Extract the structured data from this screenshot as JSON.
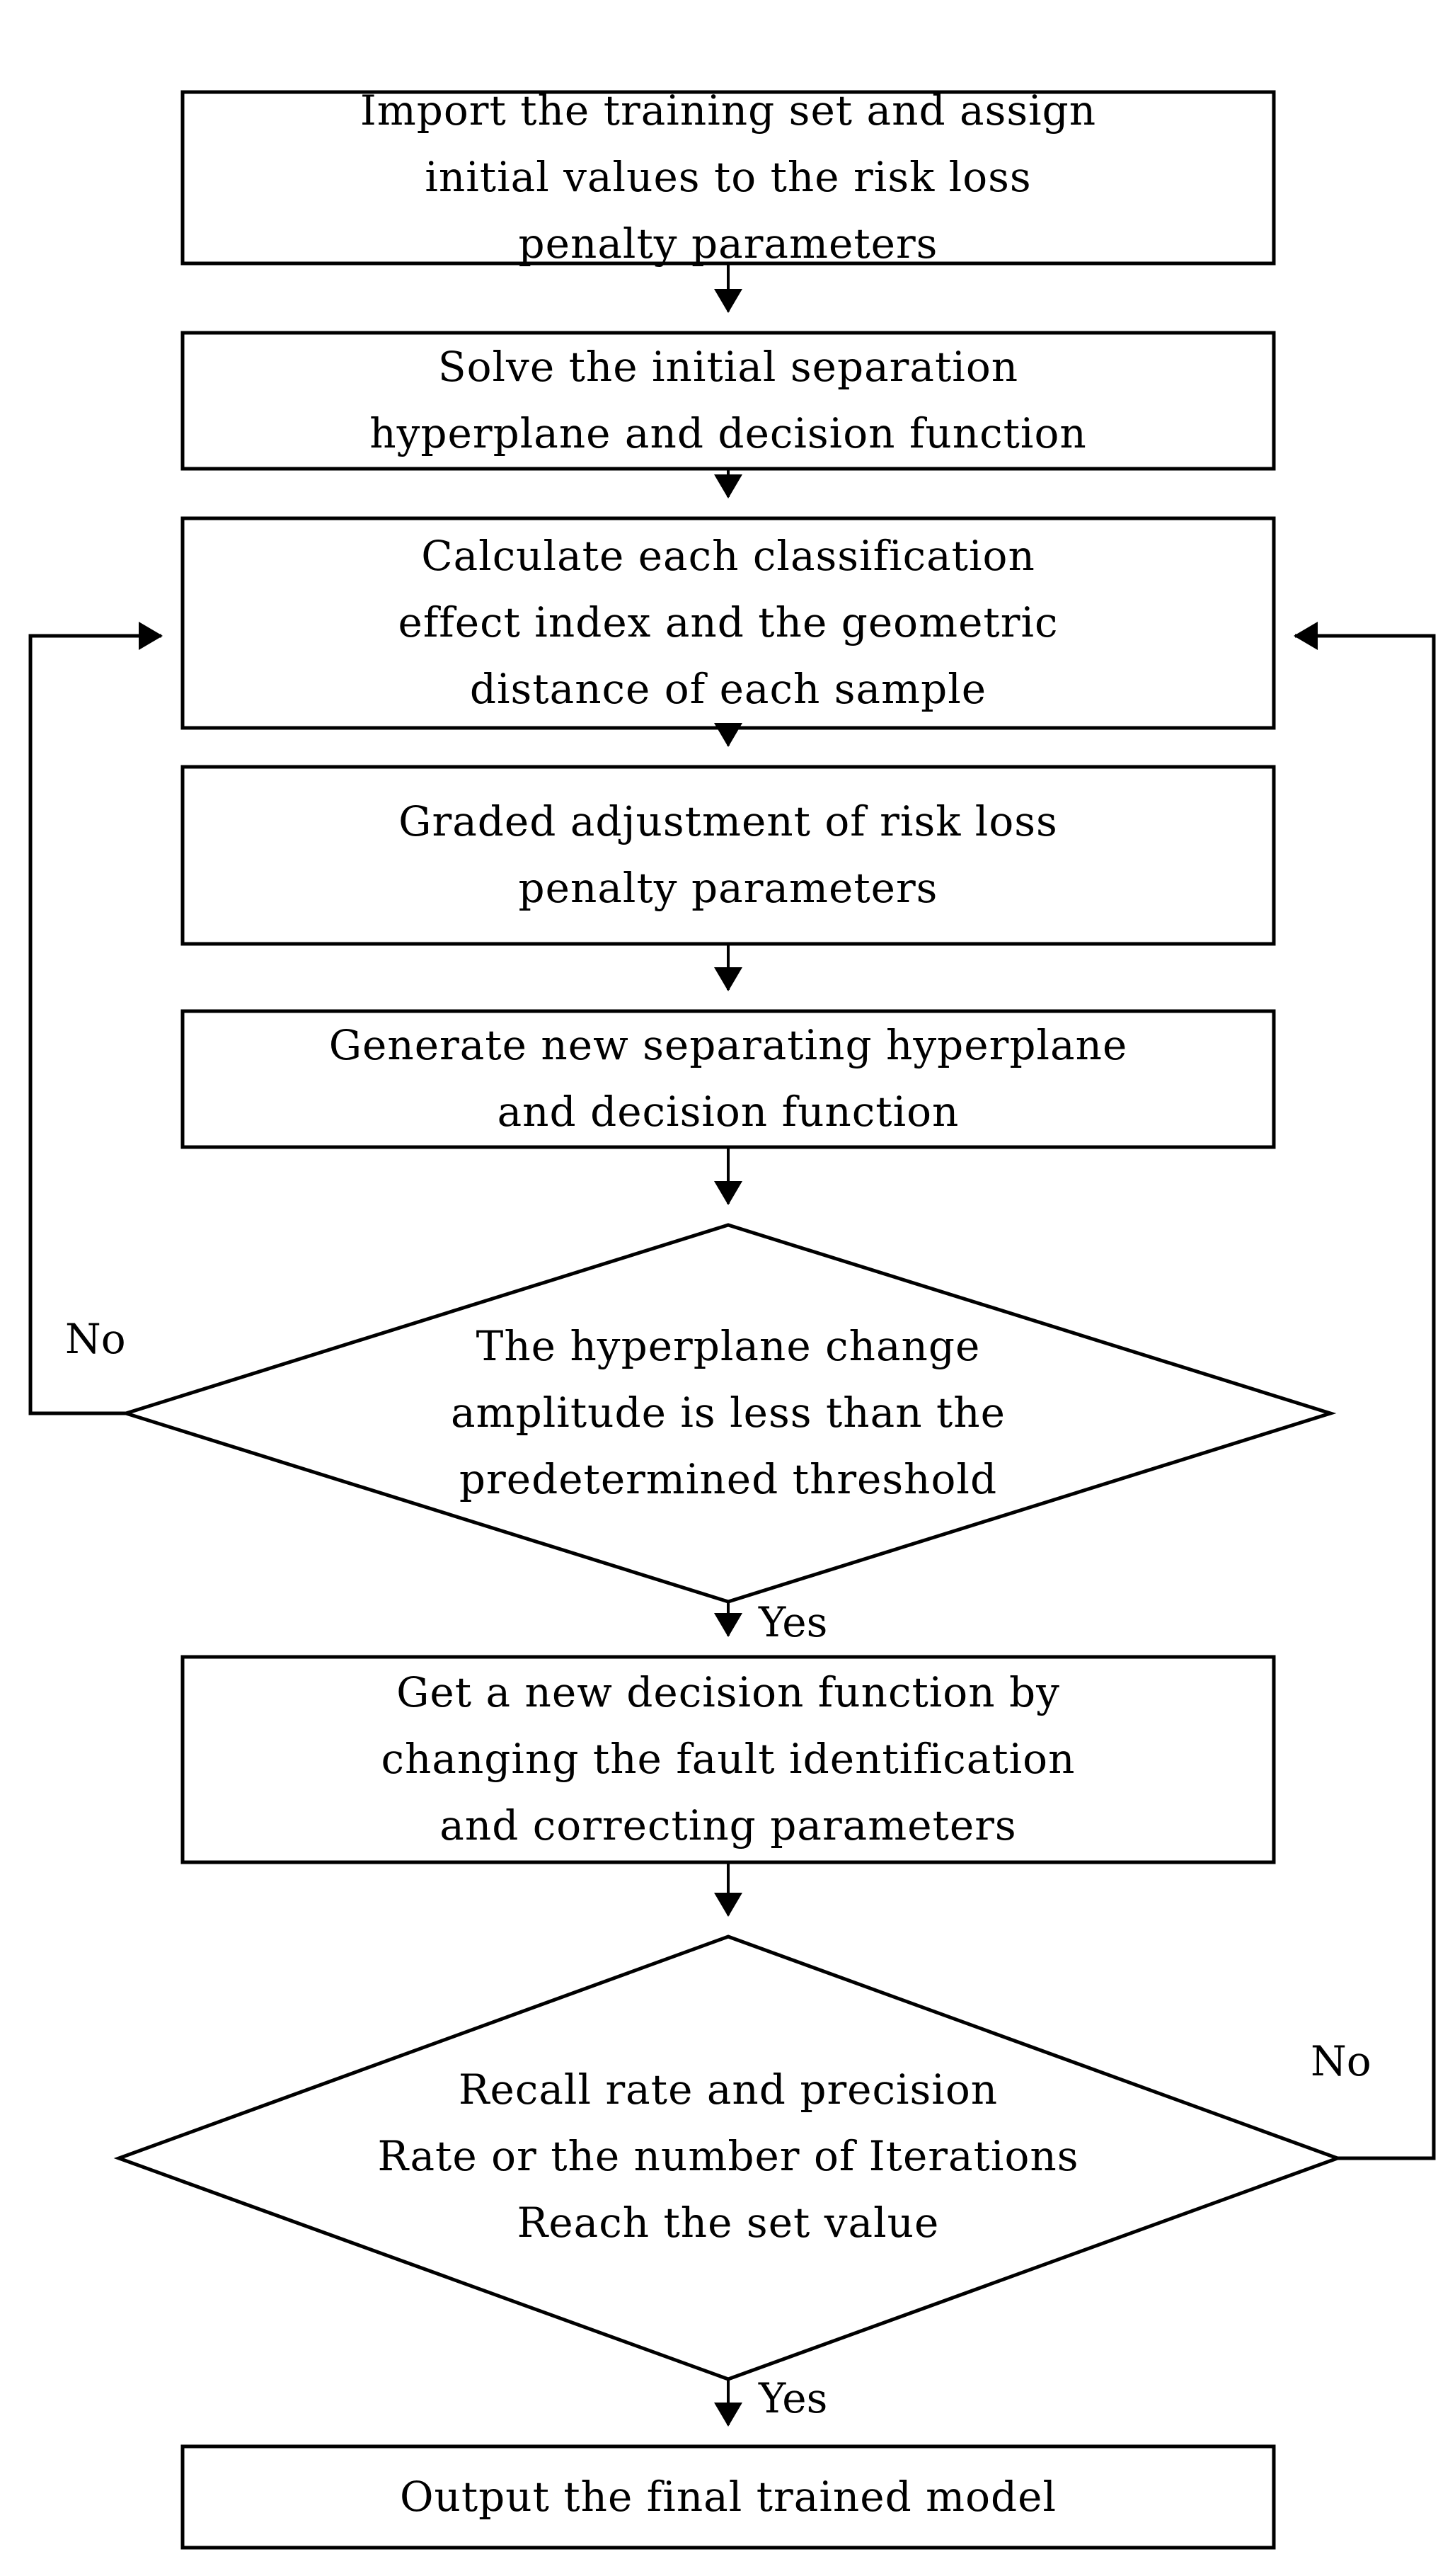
{
  "diagram": {
    "title": "Risk loss penalty parameter SVM training flowchart",
    "type": "flowchart",
    "background_color": "#ffffff",
    "line_color": "#000000",
    "text_color": "#000000"
  },
  "nodes": [
    {
      "id": "n1",
      "shape": "process",
      "lines": [
        "Import the training set and assign",
        "initial values to the risk loss",
        "penalty parameters"
      ]
    },
    {
      "id": "n2",
      "shape": "process",
      "lines": [
        "Solve the initial separation",
        "hyperplane and decision function"
      ]
    },
    {
      "id": "n3",
      "shape": "process",
      "lines": [
        "Calculate each classification",
        "effect index and the geometric",
        "distance of each sample"
      ]
    },
    {
      "id": "n4",
      "shape": "process",
      "lines": [
        "Graded adjustment of risk loss",
        "penalty parameters"
      ]
    },
    {
      "id": "n5",
      "shape": "process",
      "lines": [
        "Generate new separating hyperplane",
        "and decision function"
      ]
    },
    {
      "id": "d1",
      "shape": "decision",
      "lines": [
        "The hyperplane change",
        "amplitude is less than the",
        "predetermined threshold"
      ]
    },
    {
      "id": "n6",
      "shape": "process",
      "lines": [
        "Get a new decision function by",
        "changing the fault identification",
        "and correcting parameters"
      ]
    },
    {
      "id": "d2",
      "shape": "decision",
      "lines": [
        "Recall rate and precision",
        "Rate or the number of Iterations",
        "Reach the set value"
      ]
    },
    {
      "id": "n7",
      "shape": "process",
      "lines": [
        "Output the final trained model"
      ]
    }
  ],
  "edge_labels": {
    "d1_no": "No",
    "d1_yes": "Yes",
    "d2_no": "No",
    "d2_yes": "Yes"
  }
}
